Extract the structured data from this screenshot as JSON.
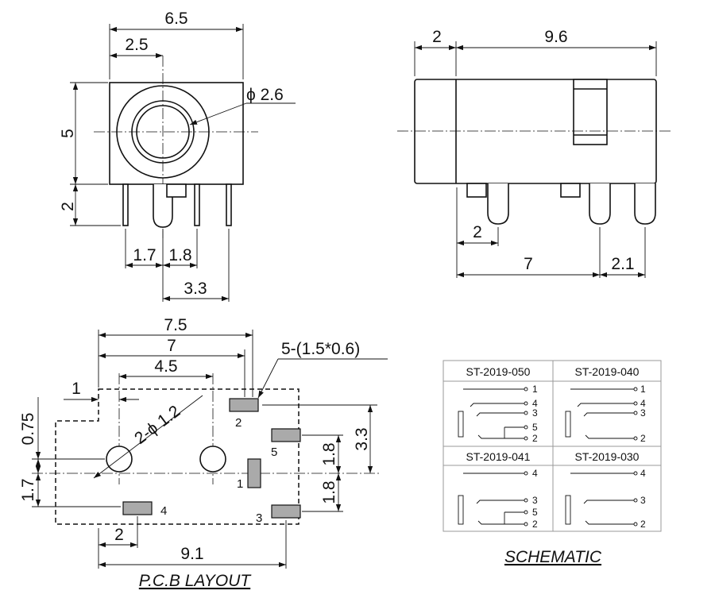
{
  "front_view": {
    "width": "6.5",
    "offset": "2.5",
    "height": "5",
    "pin_height": "2",
    "hole_diameter": "2.6",
    "pitch_a": "1.7",
    "pitch_b": "1.8",
    "pin_span": "3.3"
  },
  "side_view": {
    "front_length": "2",
    "body_length": "9.6",
    "pin_offset": "2",
    "pin_span": "7",
    "pin_end": "2.1"
  },
  "pcb_layout": {
    "width_outer": "7.5",
    "width_inner": "7",
    "hole_spacing": "4.5",
    "edge_offset": "1",
    "pad_spec": "5-(1.5*0.6)",
    "hole_spec": "2-ϕ 1.2",
    "v_top": "0.75",
    "v_bottom": "1.7",
    "right_total": "3.3",
    "right_upper": "1.8",
    "right_lower": "1.8",
    "pad_left": "2",
    "total_length": "9.1",
    "pins": [
      "1",
      "2",
      "3",
      "4",
      "5"
    ],
    "caption": "P.C.B LAYOUT"
  },
  "schematic": {
    "caption": "SCHEMATIC",
    "cells": [
      {
        "title": "ST-2019-050",
        "pins": [
          "1",
          "4",
          "3",
          "5",
          "2"
        ]
      },
      {
        "title": "ST-2019-040",
        "pins": [
          "1",
          "4",
          "3",
          "2"
        ]
      },
      {
        "title": "ST-2019-041",
        "pins": [
          "4",
          "3",
          "5",
          "2"
        ]
      },
      {
        "title": "ST-2019-030",
        "pins": [
          "4",
          "3",
          "2"
        ]
      }
    ]
  }
}
